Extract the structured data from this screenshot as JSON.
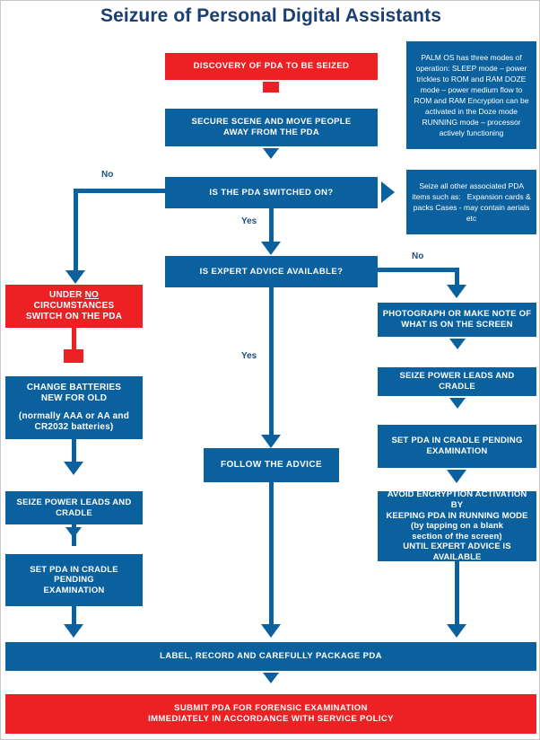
{
  "page": {
    "title": "Seizure of Personal Digital Assistants",
    "colors": {
      "blue": "#0b609e",
      "red": "#ed2024",
      "title_blue": "#1b3f72",
      "label_blue": "#1b4f7e",
      "background": "#ffffff"
    }
  },
  "nodes": {
    "discovery": {
      "text": "DISCOVERY OF PDA TO BE SEIZED",
      "color": "red"
    },
    "secure_scene": {
      "line1": "SECURE SCENE AND MOVE PEOPLE",
      "line2": "AWAY FROM THE PDA",
      "color": "blue"
    },
    "switched_on": {
      "text": "IS THE PDA SWITCHED ON?",
      "color": "blue"
    },
    "expert_advice": {
      "text": "IS EXPERT ADVICE AVAILABLE?",
      "color": "blue"
    },
    "under_no_circumstances": {
      "pre": "UNDER ",
      "emphasis": "NO",
      "post": " CIRCUMSTANCES",
      "line2": "SWITCH ON THE PDA",
      "color": "red"
    },
    "change_batteries": {
      "line1": "CHANGE BATTERIES",
      "line2": "NEW FOR OLD",
      "line3": "(normally AAA or AA and",
      "line4": "CR2032 batteries)",
      "color": "blue"
    },
    "seize_power_left": {
      "line1": "SEIZE POWER LEADS AND",
      "line2": "CRADLE",
      "color": "blue"
    },
    "set_cradle_left": {
      "line1": "SET PDA IN CRADLE PENDING",
      "line2": "EXAMINATION",
      "color": "blue"
    },
    "follow_advice": {
      "text": "FOLLOW THE ADVICE",
      "color": "blue"
    },
    "photograph": {
      "line1": "PHOTOGRAPH OR MAKE NOTE OF",
      "line2": "WHAT IS ON THE SCREEN",
      "color": "blue"
    },
    "seize_power_right": {
      "text": "SEIZE POWER LEADS AND CRADLE",
      "color": "blue"
    },
    "set_cradle_right": {
      "line1": "SET PDA IN CRADLE PENDING",
      "line2": "EXAMINATION",
      "color": "blue"
    },
    "avoid_encryption": {
      "line1": "AVOID ENCRYPTION ACTIVATION BY",
      "line2": "KEEPING PDA IN RUNNING MODE",
      "line3": "(by tapping on a blank",
      "line4": "section of the screen)",
      "line5": "UNTIL EXPERT ADVICE IS AVAILABLE",
      "color": "blue"
    },
    "label_record": {
      "text": "LABEL, RECORD AND CAREFULLY PACKAGE PDA",
      "color": "blue"
    },
    "submit": {
      "line1": "SUBMIT PDA FOR FORENSIC EXAMINATION",
      "line2": "IMMEDIATELY IN ACCORDANCE WITH SERVICE POLICY",
      "color": "red"
    }
  },
  "notes": {
    "palm_os": {
      "line1": "PALM OS has three modes of",
      "line2": "operation:",
      "line3": "SLEEP mode – power trickles",
      "line4": "to ROM and RAM",
      "line5": "DOZE mode – power medium",
      "line6": "flow to ROM and RAM",
      "line7": "Encryption can be activated",
      "line8": "in the Doze mode",
      "line9": "RUNNING mode – processor",
      "line10": "actively functioning"
    },
    "associated_items": {
      "line1": "Seize all other associated PDA",
      "line2": "items such as:",
      "line3": "",
      "line4": "Expansion cards & packs",
      "line5": "Cases - may contain aerials etc"
    }
  },
  "branch_labels": {
    "switched_on_no": "No",
    "switched_on_yes": "Yes",
    "expert_advice_no": "No",
    "expert_advice_yes": "Yes"
  }
}
